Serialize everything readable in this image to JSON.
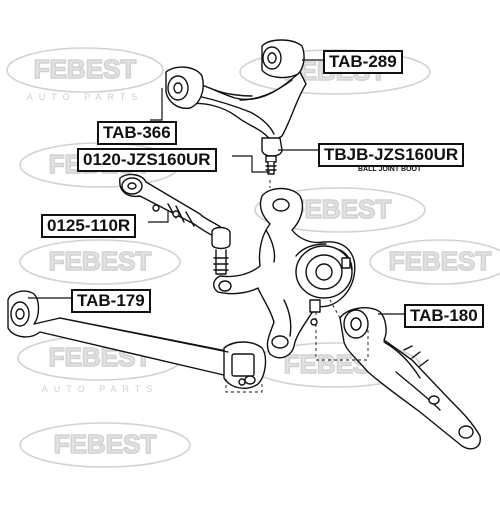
{
  "watermark": {
    "brand": "FEBEST",
    "tagline": "AUTO PARTS"
  },
  "labels": {
    "tab289": "TAB-289",
    "tab366": "TAB-366",
    "tbjb": "TBJB-JZS160UR",
    "tbjb_sub": "BALL JOINT BOOT",
    "j0120": "0120-JZS160UR",
    "j0125": "0125-110R",
    "tab179": "TAB-179",
    "tab180": "TAB-180"
  },
  "colors": {
    "ink": "#111111",
    "watermark": "#d2d2d2"
  }
}
